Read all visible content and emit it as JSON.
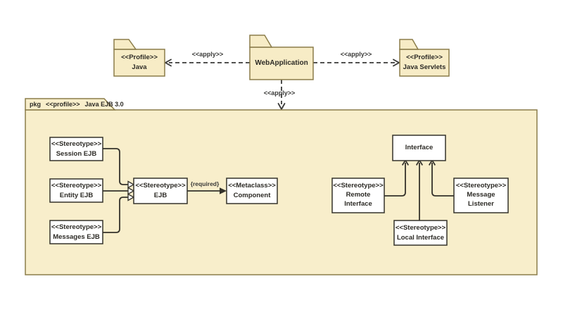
{
  "theme": {
    "folder_fill": "#F7ECC6",
    "folder_stroke": "#8B7D4A",
    "package_fill": "#F8EECB",
    "node_fill": "#FFFFFF",
    "node_stroke": "#34322B",
    "text_color": "#2D2B26"
  },
  "top": {
    "java_profile": {
      "label": "<<Profile>>\nJava"
    },
    "web_application": {
      "label": "WebApplication"
    },
    "java_servlets": {
      "label": "<<Profile>>\nJava Servlets"
    },
    "apply_left": "<<apply>>",
    "apply_right": "<<apply>>",
    "apply_down": "<<apply>>"
  },
  "package": {
    "keyword": "pkg",
    "stereotype": "<<profile>>",
    "title": "Java EJB 3.0",
    "nodes": {
      "session_ejb": {
        "label": "<<Stereotype>>\nSession EJB"
      },
      "entity_ejb": {
        "label": "<<Stereotype>>\nEntity EJB"
      },
      "messages_ejb": {
        "label": "<<Stereotype>>\nMessages EJB"
      },
      "ejb": {
        "label": "<<Stereotype>>\nEJB"
      },
      "component": {
        "label": "<<Metaclass>>\nComponent"
      },
      "interface": {
        "label": "Interface"
      },
      "remote_interface": {
        "label": "<<Stereotype>>\nRemote\nInterface"
      },
      "local_interface": {
        "label": "<<Stereotype>>\nLocal Interface"
      },
      "message_listener": {
        "label": "<<Stereotype>>\nMessage\nListener"
      }
    },
    "edge_labels": {
      "required": "{required}"
    }
  }
}
